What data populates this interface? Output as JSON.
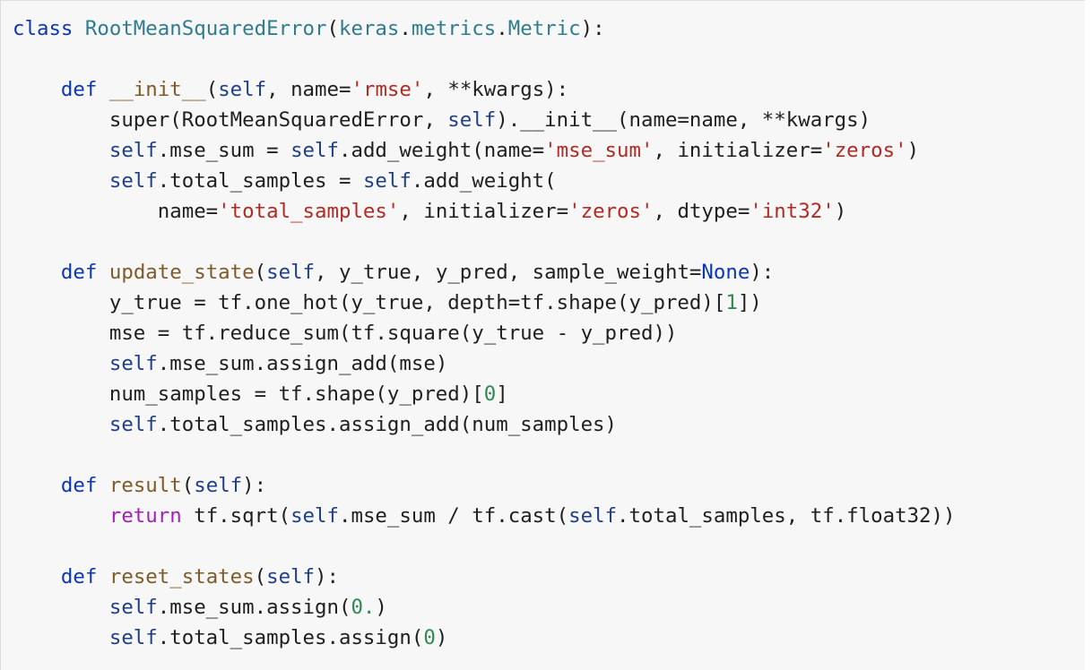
{
  "colors": {
    "background": "#f7f7f7",
    "keyword": "#0c36b8",
    "return_keyword": "#a31fb6",
    "class_name": "#2f7c8f",
    "function_name": "#7e5b28",
    "self": "#1f3f8a",
    "string": "#b22a23",
    "number": "#2f8a51",
    "plain": "#1f1f1f"
  },
  "code": {
    "lines": [
      [
        {
          "t": "kw",
          "v": "class"
        },
        {
          "t": "plain",
          "v": " "
        },
        {
          "t": "cls",
          "v": "RootMeanSquaredError"
        },
        {
          "t": "plain",
          "v": "("
        },
        {
          "t": "bi",
          "v": "keras"
        },
        {
          "t": "plain",
          "v": "."
        },
        {
          "t": "bi",
          "v": "metrics"
        },
        {
          "t": "plain",
          "v": "."
        },
        {
          "t": "bi",
          "v": "Metric"
        },
        {
          "t": "plain",
          "v": "):"
        }
      ],
      [],
      [
        {
          "t": "plain",
          "v": "    "
        },
        {
          "t": "kw",
          "v": "def"
        },
        {
          "t": "plain",
          "v": " "
        },
        {
          "t": "fn",
          "v": "__init__"
        },
        {
          "t": "plain",
          "v": "("
        },
        {
          "t": "self",
          "v": "self"
        },
        {
          "t": "plain",
          "v": ", name="
        },
        {
          "t": "str",
          "v": "'rmse'"
        },
        {
          "t": "plain",
          "v": ", **kwargs):"
        }
      ],
      [
        {
          "t": "plain",
          "v": "        super(RootMeanSquaredError, "
        },
        {
          "t": "self",
          "v": "self"
        },
        {
          "t": "plain",
          "v": ").__init__(name=name, **kwargs)"
        }
      ],
      [
        {
          "t": "plain",
          "v": "        "
        },
        {
          "t": "self",
          "v": "self"
        },
        {
          "t": "plain",
          "v": ".mse_sum = "
        },
        {
          "t": "self",
          "v": "self"
        },
        {
          "t": "plain",
          "v": ".add_weight(name="
        },
        {
          "t": "str",
          "v": "'mse_sum'"
        },
        {
          "t": "plain",
          "v": ", initializer="
        },
        {
          "t": "str",
          "v": "'zeros'"
        },
        {
          "t": "plain",
          "v": ")"
        }
      ],
      [
        {
          "t": "plain",
          "v": "        "
        },
        {
          "t": "self",
          "v": "self"
        },
        {
          "t": "plain",
          "v": ".total_samples = "
        },
        {
          "t": "self",
          "v": "self"
        },
        {
          "t": "plain",
          "v": ".add_weight("
        }
      ],
      [
        {
          "t": "plain",
          "v": "            name="
        },
        {
          "t": "str",
          "v": "'total_samples'"
        },
        {
          "t": "plain",
          "v": ", initializer="
        },
        {
          "t": "str",
          "v": "'zeros'"
        },
        {
          "t": "plain",
          "v": ", dtype="
        },
        {
          "t": "str",
          "v": "'int32'"
        },
        {
          "t": "plain",
          "v": ")"
        }
      ],
      [],
      [
        {
          "t": "plain",
          "v": "    "
        },
        {
          "t": "kw",
          "v": "def"
        },
        {
          "t": "plain",
          "v": " "
        },
        {
          "t": "fn",
          "v": "update_state"
        },
        {
          "t": "plain",
          "v": "("
        },
        {
          "t": "self",
          "v": "self"
        },
        {
          "t": "plain",
          "v": ", y_true, y_pred, sample_weight="
        },
        {
          "t": "none",
          "v": "None"
        },
        {
          "t": "plain",
          "v": "):"
        }
      ],
      [
        {
          "t": "plain",
          "v": "        y_true = tf.one_hot(y_true, depth=tf.shape(y_pred)["
        },
        {
          "t": "num",
          "v": "1"
        },
        {
          "t": "plain",
          "v": "])"
        }
      ],
      [
        {
          "t": "plain",
          "v": "        mse = tf.reduce_sum(tf.square(y_true - y_pred))"
        }
      ],
      [
        {
          "t": "plain",
          "v": "        "
        },
        {
          "t": "self",
          "v": "self"
        },
        {
          "t": "plain",
          "v": ".mse_sum.assign_add(mse)"
        }
      ],
      [
        {
          "t": "plain",
          "v": "        num_samples = tf.shape(y_pred)["
        },
        {
          "t": "num",
          "v": "0"
        },
        {
          "t": "plain",
          "v": "]"
        }
      ],
      [
        {
          "t": "plain",
          "v": "        "
        },
        {
          "t": "self",
          "v": "self"
        },
        {
          "t": "plain",
          "v": ".total_samples.assign_add(num_samples)"
        }
      ],
      [],
      [
        {
          "t": "plain",
          "v": "    "
        },
        {
          "t": "kw",
          "v": "def"
        },
        {
          "t": "plain",
          "v": " "
        },
        {
          "t": "fn",
          "v": "result"
        },
        {
          "t": "plain",
          "v": "("
        },
        {
          "t": "self",
          "v": "self"
        },
        {
          "t": "plain",
          "v": "):"
        }
      ],
      [
        {
          "t": "plain",
          "v": "        "
        },
        {
          "t": "ret",
          "v": "return"
        },
        {
          "t": "plain",
          "v": " tf.sqrt("
        },
        {
          "t": "self",
          "v": "self"
        },
        {
          "t": "plain",
          "v": ".mse_sum / tf.cast("
        },
        {
          "t": "self",
          "v": "self"
        },
        {
          "t": "plain",
          "v": ".total_samples, tf.float32))"
        }
      ],
      [],
      [
        {
          "t": "plain",
          "v": "    "
        },
        {
          "t": "kw",
          "v": "def"
        },
        {
          "t": "plain",
          "v": " "
        },
        {
          "t": "fn",
          "v": "reset_states"
        },
        {
          "t": "plain",
          "v": "("
        },
        {
          "t": "self",
          "v": "self"
        },
        {
          "t": "plain",
          "v": "):"
        }
      ],
      [
        {
          "t": "plain",
          "v": "        "
        },
        {
          "t": "self",
          "v": "self"
        },
        {
          "t": "plain",
          "v": ".mse_sum.assign("
        },
        {
          "t": "num",
          "v": "0."
        },
        {
          "t": "plain",
          "v": ")"
        }
      ],
      [
        {
          "t": "plain",
          "v": "        "
        },
        {
          "t": "self",
          "v": "self"
        },
        {
          "t": "plain",
          "v": ".total_samples.assign("
        },
        {
          "t": "num",
          "v": "0"
        },
        {
          "t": "plain",
          "v": ")"
        }
      ]
    ]
  }
}
